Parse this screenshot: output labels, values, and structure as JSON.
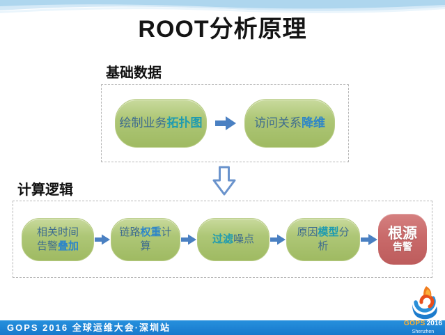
{
  "title": "ROOT分析原理",
  "sections": {
    "basic": {
      "label": "基础数据",
      "step1": {
        "normal": "绘制业务",
        "emphasis": "拓扑图"
      },
      "step2": {
        "normal": "访问关系",
        "emphasis": "降维"
      }
    },
    "calc": {
      "label": "计算逻辑",
      "step1": {
        "line1": "相关时间",
        "line2_normal": "告警",
        "line2_emphasis": "叠加"
      },
      "step2": {
        "pre": "链路",
        "emphasis": "权重",
        "post": "计",
        "line2": "算"
      },
      "step3": {
        "emphasis": "过滤",
        "post": "噪点"
      },
      "step4": {
        "pre": "原因",
        "emphasis": "模型",
        "post": "分",
        "line2": "析"
      },
      "result": {
        "line1": "根源",
        "line2": "告警"
      }
    }
  },
  "footer": {
    "banner": "GOPS 2016 全球运维大会·深圳站",
    "logo": {
      "brand": "GOPS",
      "year": "2016",
      "city": "Shenzhen"
    }
  },
  "colors": {
    "node_green": "#a9c36e",
    "node_red": "#c96a6a",
    "arrow_blue": "#4a80c2",
    "text_normal": "#3e6c8e",
    "emphasis_blue": "#2e86c8",
    "emphasis_teal": "#1f9bb0",
    "banner_blue": "#1a80d2",
    "logo_orange": "#f07c1e"
  }
}
